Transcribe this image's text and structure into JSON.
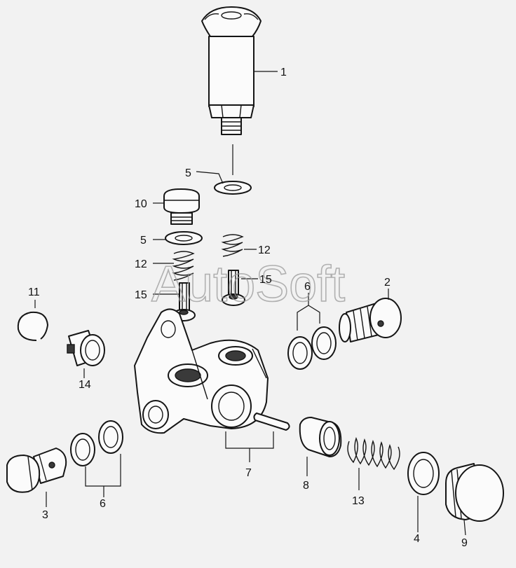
{
  "watermark": "AutoSoft",
  "callouts": [
    {
      "id": "c1",
      "text": "1"
    },
    {
      "id": "c2",
      "text": "2"
    },
    {
      "id": "c3",
      "text": "3"
    },
    {
      "id": "c4",
      "text": "4"
    },
    {
      "id": "c5a",
      "text": "5"
    },
    {
      "id": "c5b",
      "text": "5"
    },
    {
      "id": "c6a",
      "text": "6"
    },
    {
      "id": "c6b",
      "text": "6"
    },
    {
      "id": "c7",
      "text": "7"
    },
    {
      "id": "c8",
      "text": "8"
    },
    {
      "id": "c9",
      "text": "9"
    },
    {
      "id": "c10",
      "text": "10"
    },
    {
      "id": "c11",
      "text": "11"
    },
    {
      "id": "c12a",
      "text": "12"
    },
    {
      "id": "c12b",
      "text": "12"
    },
    {
      "id": "c13",
      "text": "13"
    },
    {
      "id": "c14",
      "text": "14"
    },
    {
      "id": "c15a",
      "text": "15"
    },
    {
      "id": "c15b",
      "text": "15"
    }
  ]
}
